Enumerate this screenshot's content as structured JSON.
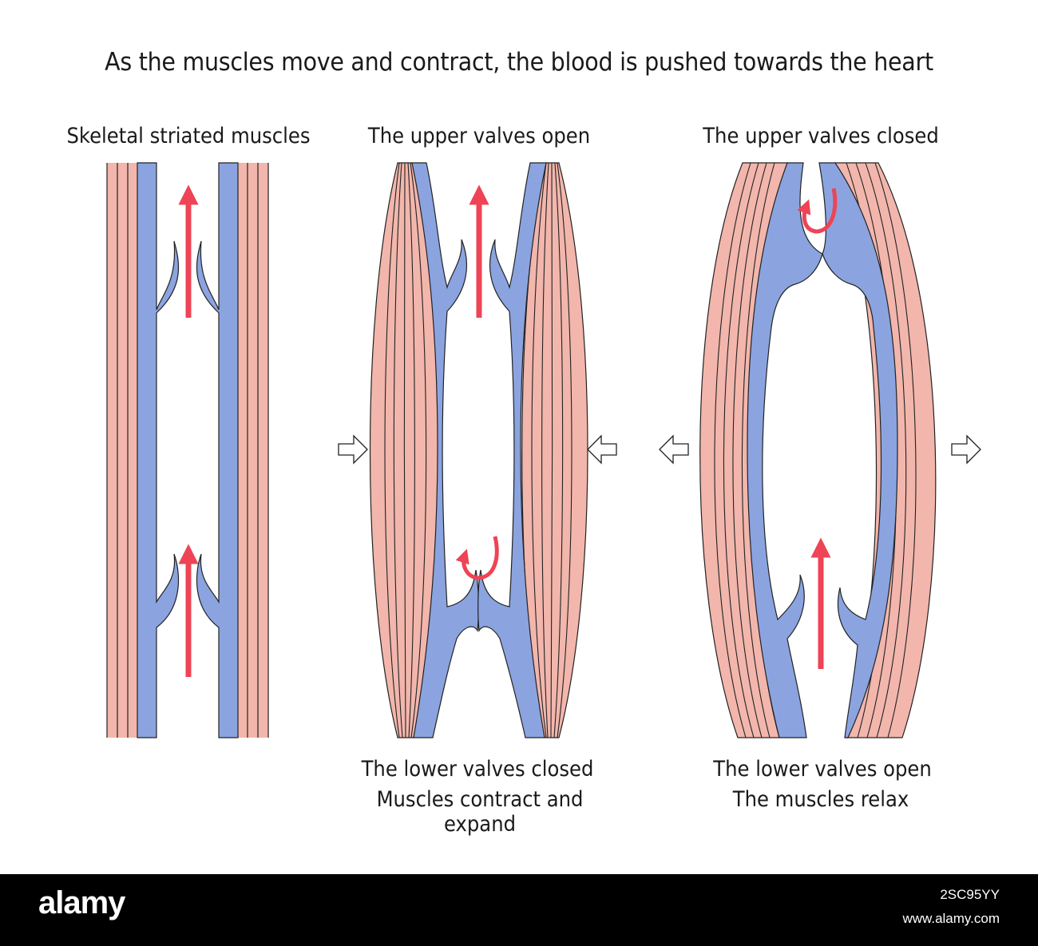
{
  "title": "As the muscles move and contract, the blood is pushed towards the heart",
  "panels": [
    {
      "top_label": "Skeletal striated muscles"
    },
    {
      "top_label": "The upper valves open",
      "bottom_lines": [
        "The lower valves closed",
        "Muscles contract and expand"
      ]
    },
    {
      "top_label": "The upper valves closed",
      "bottom_lines": [
        "The lower valves open",
        "The muscles relax"
      ]
    }
  ],
  "footer": {
    "brand": "alamy",
    "image_id": "2SC95YY",
    "site": "www.alamy.com"
  },
  "colors": {
    "muscle": "#f2b6ac",
    "vein": "#8ba4e0",
    "arrow": "#ee4455",
    "line": "#222222"
  }
}
